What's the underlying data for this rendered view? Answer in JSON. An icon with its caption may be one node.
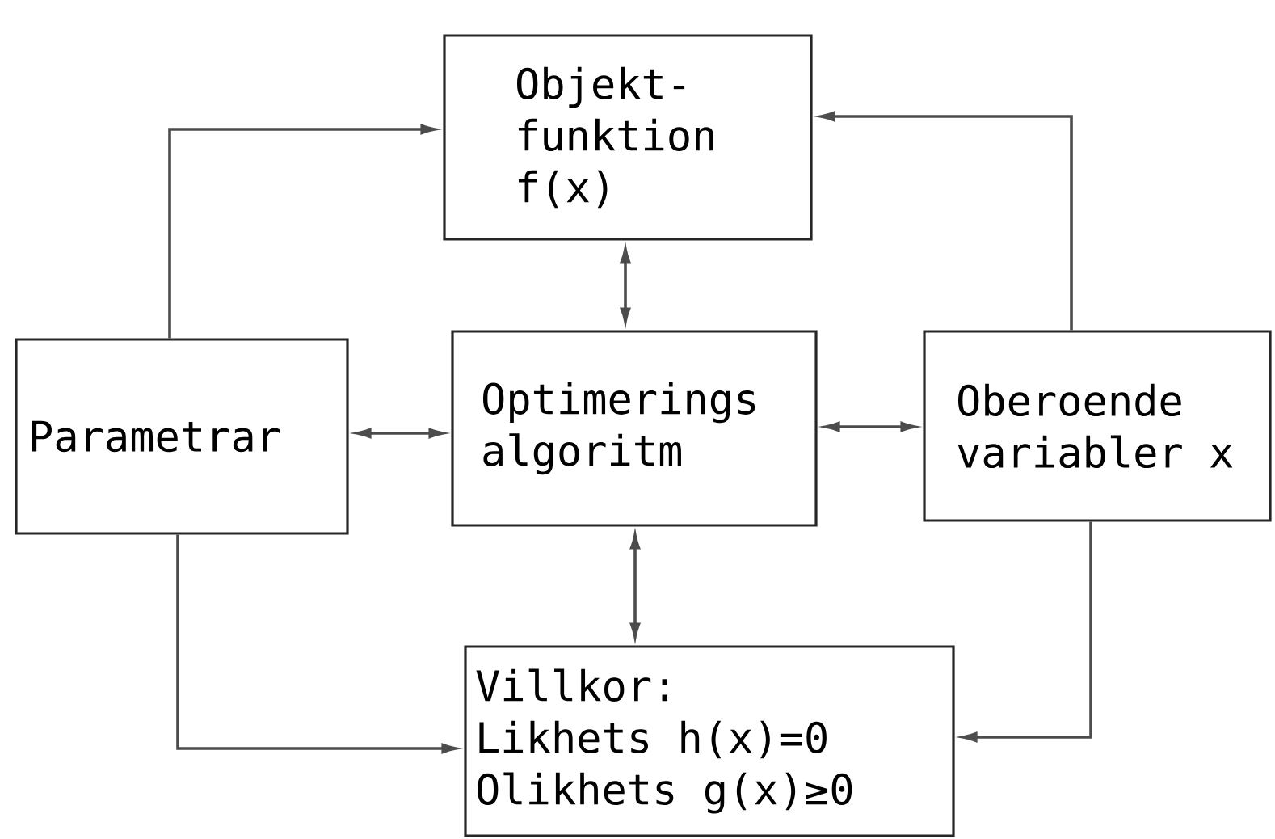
{
  "diagram": {
    "nodes": [
      {
        "text": [
          "Objekt- funktion f(x)"
        ]
      },
      {
        "text": [
          "Parametrar"
        ]
      },
      {
        "text": [
          "Optimerings algoritm"
        ]
      },
      {
        "text": [
          "Oberoende variabler x"
        ]
      },
      {
        "text": [
          "Villkor:",
          "Likhets h(x)=0",
          "Olikhets g(x)≥0"
        ]
      }
    ],
    "edges": [
      {
        "from": 1,
        "to": 0,
        "arrow": "to"
      },
      {
        "from": 3,
        "to": 0,
        "arrow": "to"
      },
      {
        "from": 0,
        "to": 2,
        "arrow": "both"
      },
      {
        "from": 1,
        "to": 2,
        "arrow": "both"
      },
      {
        "from": 2,
        "to": 3,
        "arrow": "both"
      },
      {
        "from": 2,
        "to": 4,
        "arrow": "both"
      },
      {
        "from": 1,
        "to": 4,
        "arrow": "to"
      },
      {
        "from": 3,
        "to": 4,
        "arrow": "to"
      }
    ]
  }
}
